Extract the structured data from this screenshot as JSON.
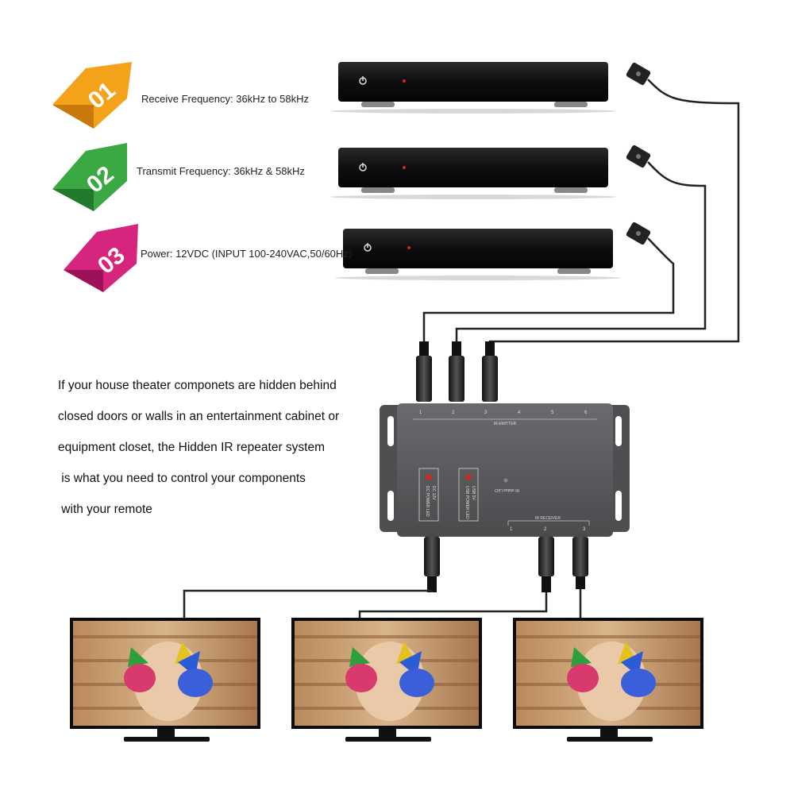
{
  "features": [
    {
      "number": "01",
      "text": "Receive Frequency: 36kHz to 58kHz",
      "color": "#f5a21b"
    },
    {
      "number": "02",
      "text": "Transmit Frequency: 36kHz & 58kHz",
      "color": "#3aa843"
    },
    {
      "number": "03",
      "text": "Power: 12VDC (INPUT 100-240VAC,50/60Hz)",
      "color": "#d6257d"
    }
  ],
  "description": [
    "If your house theater componets are hidden behind",
    "closed doors or walls in an entertainment cabinet or",
    "equipment closet, the Hidden IR repeater system",
    " is what you need to control your components",
    " with your remote"
  ],
  "hub": {
    "emitter_label": "IR EMITTER",
    "emitter_ports": [
      "1",
      "2",
      "3",
      "4",
      "5",
      "6"
    ],
    "receiver_label": "IR RECEIVER",
    "receiver_ports": [
      "1",
      "2",
      "3"
    ],
    "dc_power_led": "DC POWER LED",
    "dc_power_spec": "DC 12V",
    "usb_power_led": "USB POWER LED",
    "usb_power_spec": "USB 5V",
    "ir_status_led": "IR status LED",
    "body_color": "#5a5b5d",
    "led_color": "#e0221c"
  },
  "icons": [
    "power-icon",
    "ir-emitter-icon",
    "tv-icon",
    "set-top-box-icon"
  ]
}
